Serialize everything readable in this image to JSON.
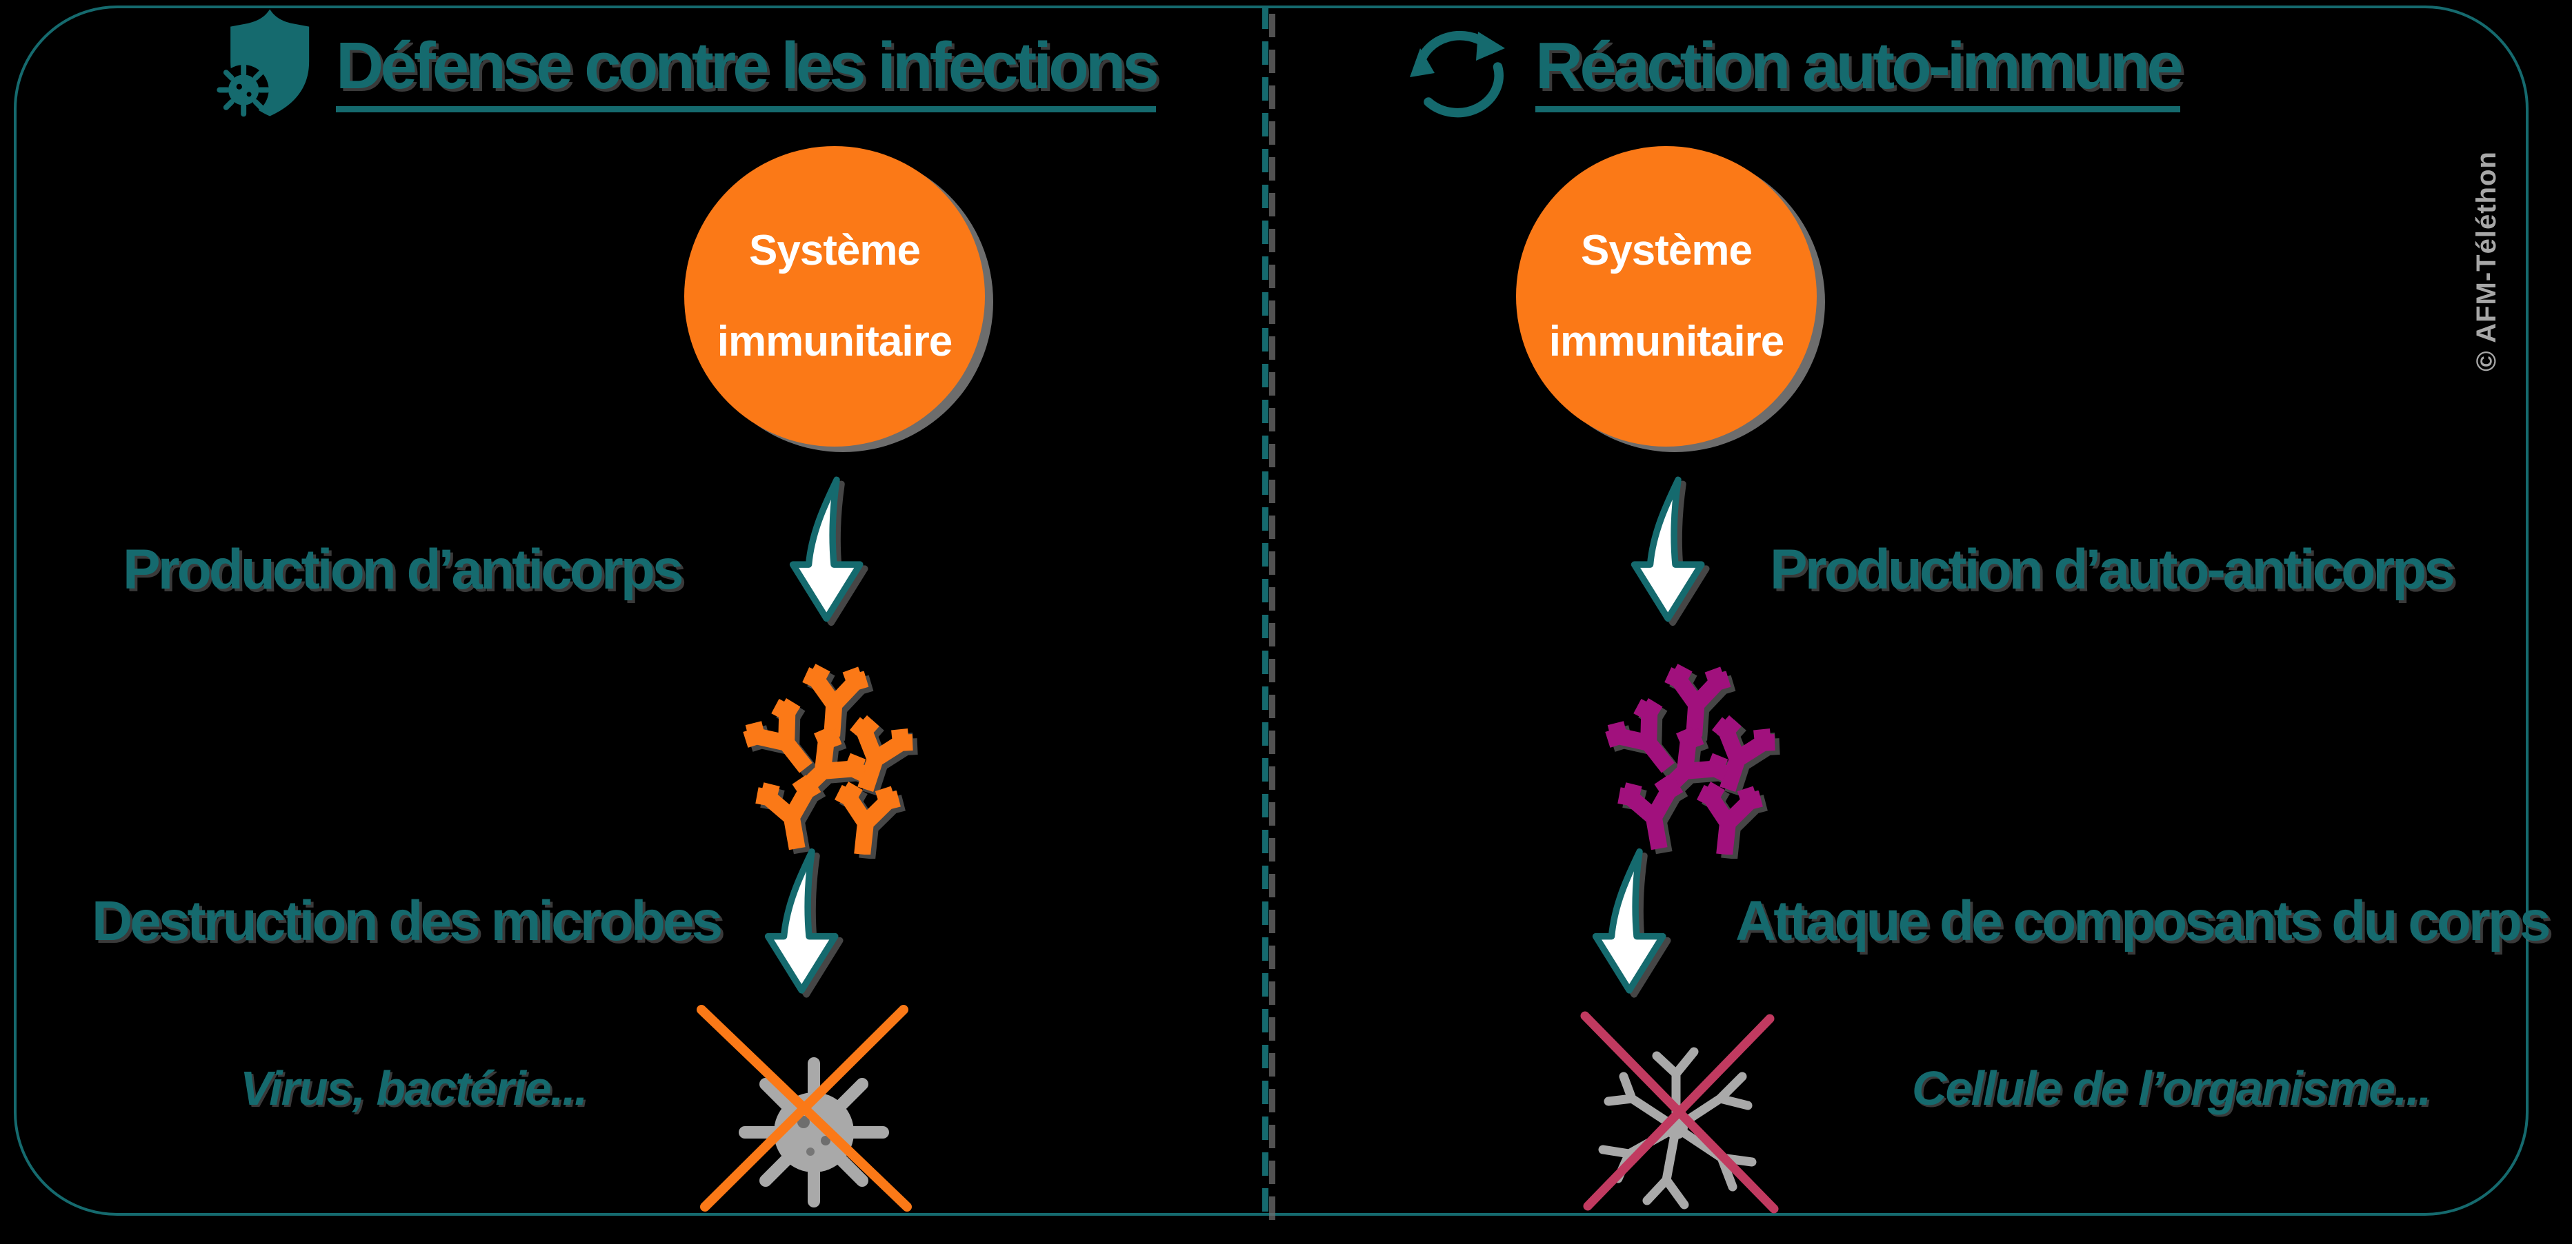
{
  "frame": {
    "border_color": "#156a6e",
    "background": "#000000"
  },
  "divider": {
    "style": "dashed",
    "color": "#156a6e"
  },
  "watermark": {
    "text": "© AFM-Téléthon",
    "color": "#a7a7a7"
  },
  "colors": {
    "teal": "#156a6e",
    "orange": "#fb7917",
    "magenta": "#a1117d",
    "crimson": "#c13a60",
    "icon_gray": "#a9a9a9",
    "white": "#ffffff"
  },
  "panels": {
    "left": {
      "title": "Défense contre les infections",
      "icon": "shield-virus",
      "bubble_line1": "Système",
      "bubble_line2": "immunitaire",
      "step1": "Production d’anticorps",
      "step2": "Destruction des microbes",
      "caption": "Virus, bactérie...",
      "antibody_color": "#fb7917",
      "cross_color": "#fb7917"
    },
    "right": {
      "title": "Réaction auto-immune",
      "icon": "cycle-arrows",
      "bubble_line1": "Système",
      "bubble_line2": "immunitaire",
      "step1": "Production d’auto-anticorps",
      "step2": "Attaque de composants du corps",
      "caption": "Cellule de l’organisme...",
      "antibody_color": "#a1117d",
      "cross_color": "#c13a60"
    }
  }
}
